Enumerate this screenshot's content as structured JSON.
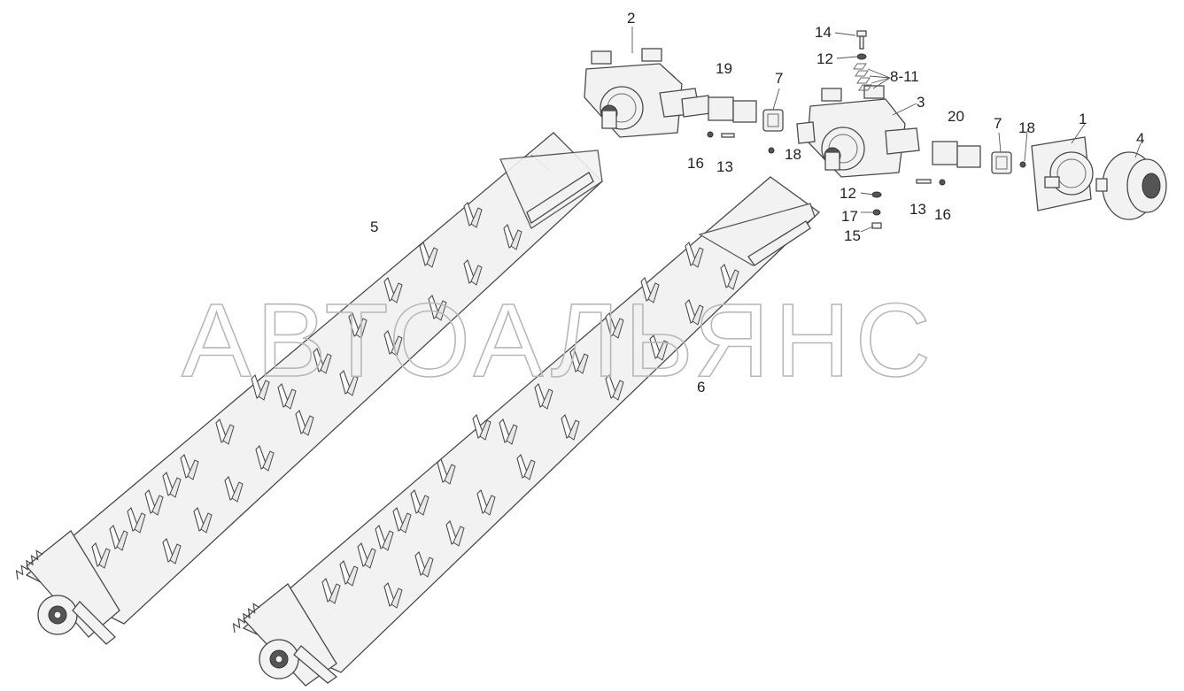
{
  "watermark": "АВТОАЛЬЯНС",
  "callouts": [
    "1",
    "2",
    "3",
    "4",
    "5",
    "6",
    "7",
    "7",
    "8-11",
    "12",
    "12",
    "13",
    "13",
    "14",
    "15",
    "16",
    "16",
    "17",
    "18",
    "18",
    "19",
    "20"
  ],
  "colors": {
    "line": "#4a4a4a",
    "fill": "#f2f2f2",
    "watermark": "#b8b8b8",
    "text": "#222222"
  }
}
